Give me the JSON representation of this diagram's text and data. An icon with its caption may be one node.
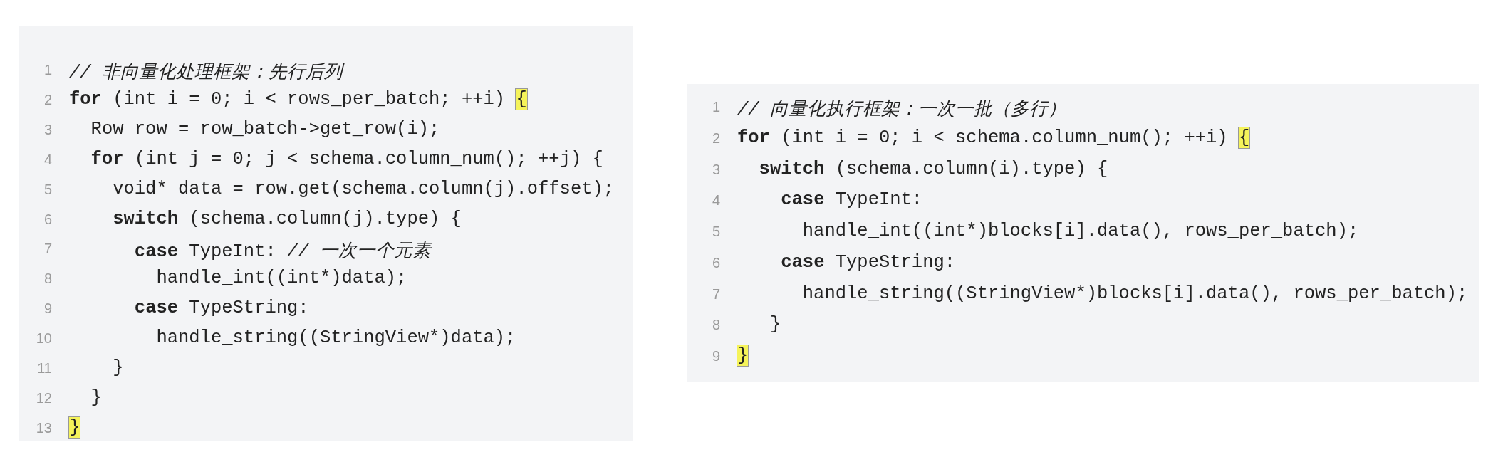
{
  "diagram": {
    "nodes": [
      {
        "text": [
          "1",
          "*// 非向量化处理框架：先行后列*",
          "2",
          "**for** (int i = 0; i < rows_per_batch; ++i) {",
          "3",
          "  Row row = row_batch->get_row(i);",
          "4",
          "  **for** (int j = 0; j < schema.column_num(); ++j) {",
          "5",
          "    void* data = row.get(schema.column(j).offset);",
          "6",
          "    **switch** (schema.column(j).type) {",
          "7",
          "      **case** TypeInt: *// 一次一个元素*",
          "8",
          "        handle_int((int*)data);",
          "9",
          "      **case** TypeString:",
          "10",
          "        handle_string((StringView*)data);",
          "11",
          "    }",
          "12",
          "  }",
          "13",
          "}"
        ]
      },
      {
        "text": [
          "1",
          "*// 向量化执行框架：一次一批（多行）*",
          "2",
          "**for** (int i = 0; i < schema.column_num(); ++i) {",
          "3",
          "  **switch** (schema.column(i).type) {",
          "4",
          "    **case** TypeInt:",
          "5",
          "      handle_int((int*)blocks[i].data(), rows_per_batch);",
          "6",
          "    **case** TypeString:",
          "7",
          "      handle_string((StringView*)blocks[i].data(), rows_per_batch);",
          "8",
          "   }",
          "9",
          "}"
        ]
      }
    ]
  }
}
